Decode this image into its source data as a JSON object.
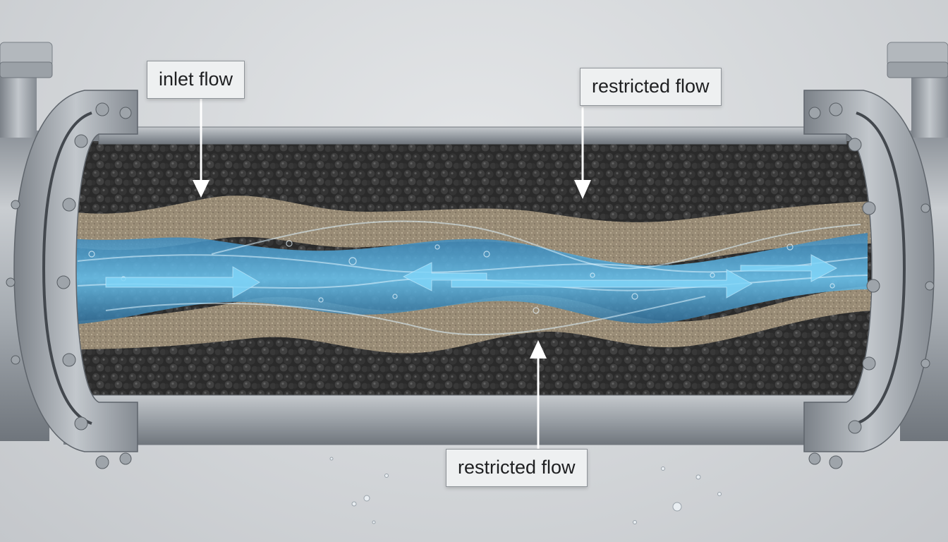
{
  "labels": {
    "inlet_flow": "inlet flow",
    "restricted_flow_top": "restricted flow",
    "restricted_flow_bottom": "restricted flow"
  },
  "colors": {
    "background": "#d6d9dc",
    "pipe_steel": "#a9afb5",
    "media_dark": "#2b2b2b",
    "sand": "#a89a82",
    "water": "#4fb6e6",
    "label_bg": "#eef0f1",
    "label_border": "#8f9499"
  }
}
